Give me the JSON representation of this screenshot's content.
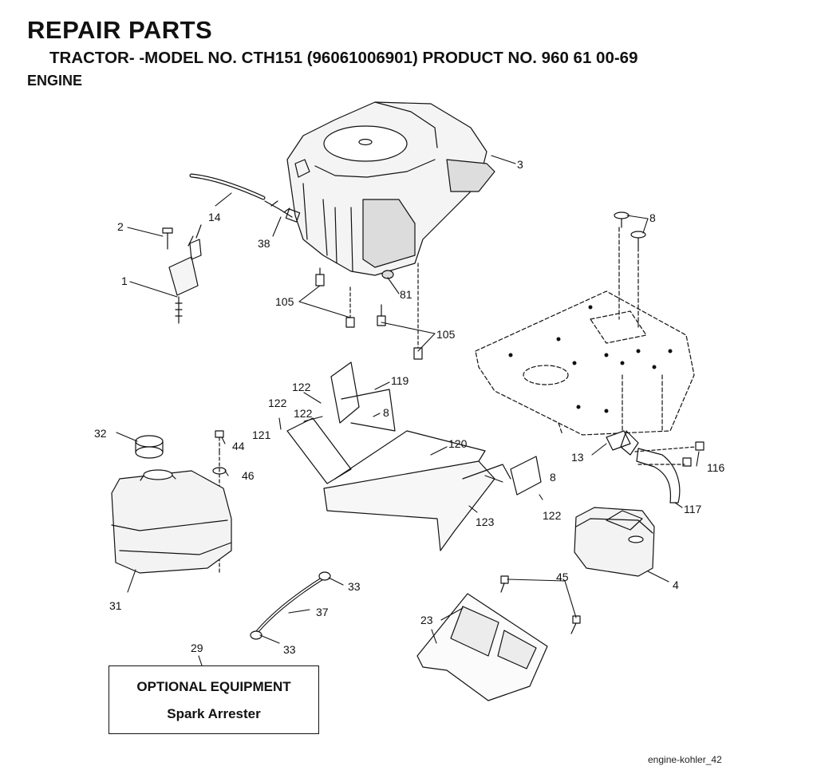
{
  "header": {
    "title": "REPAIR PARTS",
    "subtitle": "TRACTOR- -MODEL NO. CTH151 (96061006901) PRODUCT NO. 960 61 00-69",
    "section": "ENGINE"
  },
  "parts": [
    {
      "id": "engine",
      "label": "3",
      "name": "engine"
    },
    {
      "id": "fuel-hose-upper",
      "label": "14",
      "name": "hose"
    },
    {
      "id": "bolt-2",
      "label": "2",
      "name": "bolt"
    },
    {
      "id": "control-bracket",
      "label": "1",
      "name": "bracket"
    },
    {
      "id": "clamp-38",
      "label": "38",
      "name": "clamp"
    },
    {
      "id": "bolt-105",
      "label": "105",
      "name": "bolt"
    },
    {
      "id": "spacer-81",
      "label": "81",
      "name": "spacer"
    },
    {
      "id": "knob-8",
      "label": "8",
      "name": "knob"
    },
    {
      "id": "bolt-122",
      "label": "122",
      "name": "bolt"
    },
    {
      "id": "shield-119",
      "label": "119",
      "name": "shield"
    },
    {
      "id": "nut-121",
      "label": "121",
      "name": "nut"
    },
    {
      "id": "bracket-120",
      "label": "120",
      "name": "mount"
    },
    {
      "id": "bolt-123",
      "label": "123",
      "name": "bolt"
    },
    {
      "id": "fuel-cap",
      "label": "32",
      "name": "cap"
    },
    {
      "id": "screw-44",
      "label": "44",
      "name": "screw"
    },
    {
      "id": "washer-46",
      "label": "46",
      "name": "washer"
    },
    {
      "id": "fuel-tank",
      "label": "31",
      "name": "tank"
    },
    {
      "id": "clamp-33",
      "label": "33",
      "name": "clamp"
    },
    {
      "id": "fuel-line-37",
      "label": "37",
      "name": "line"
    },
    {
      "id": "gasket-13",
      "label": "13",
      "name": "gasket"
    },
    {
      "id": "nut-116",
      "label": "116",
      "name": "nut"
    },
    {
      "id": "pipe-117",
      "label": "117",
      "name": "pipe"
    },
    {
      "id": "muffler",
      "label": "4",
      "name": "muffler"
    },
    {
      "id": "screw-45",
      "label": "45",
      "name": "screw"
    },
    {
      "id": "heat-shield",
      "label": "23",
      "name": "shield"
    },
    {
      "id": "optional-29",
      "label": "29",
      "name": "option"
    }
  ],
  "optional": {
    "title": "OPTIONAL EQUIPMENT",
    "item": "Spark Arrester"
  },
  "footer": {
    "code": "engine-kohler_42"
  },
  "colors": {
    "ink": "#111111",
    "background": "#ffffff"
  }
}
